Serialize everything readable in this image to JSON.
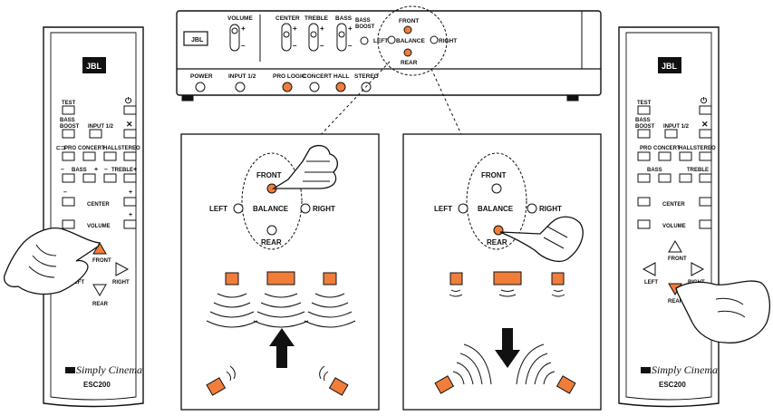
{
  "colors": {
    "accent": "#f07d3a",
    "ink": "#111111"
  },
  "unit": {
    "volume": "VOLUME",
    "center": "CENTER",
    "treble": "TREBLE",
    "bass": "BASS",
    "bass_boost": "BASS\nBOOST",
    "front": "FRONT",
    "rear": "REAR",
    "left": "LEFT",
    "balance": "BALANCE",
    "right": "RIGHT",
    "power": "POWER",
    "input": "INPUT 1/2",
    "pro_logic": "PRO LOGIC",
    "concert": "CONCERT",
    "hall": "HALL",
    "stereo": "STEREO",
    "logo": "JBL"
  },
  "remote": {
    "logo": "JBL",
    "test": "TEST",
    "bass_boost": "BASS\nBOOST",
    "input": "INPUT 1/2",
    "pro": "PRO",
    "concert": "CONCERT",
    "hall": "HALL",
    "stereo": "STEREO",
    "bass": "BASS",
    "treble": "TREBLE",
    "center": "CENTER",
    "volume": "VOLUME",
    "front": "FRONT",
    "left": "LEFT",
    "right": "RIGHT",
    "rear": "REAR",
    "brand": "Simply Cinema",
    "model": "ESC200"
  },
  "panels": {
    "front": "FRONT",
    "rear": "REAR",
    "left": "LEFT",
    "balance": "BALANCE",
    "right": "RIGHT"
  },
  "icons": [
    "hand-pointer-icon",
    "speaker-icon",
    "arrow-up-icon",
    "arrow-down-icon",
    "power-icon",
    "mute-icon"
  ]
}
